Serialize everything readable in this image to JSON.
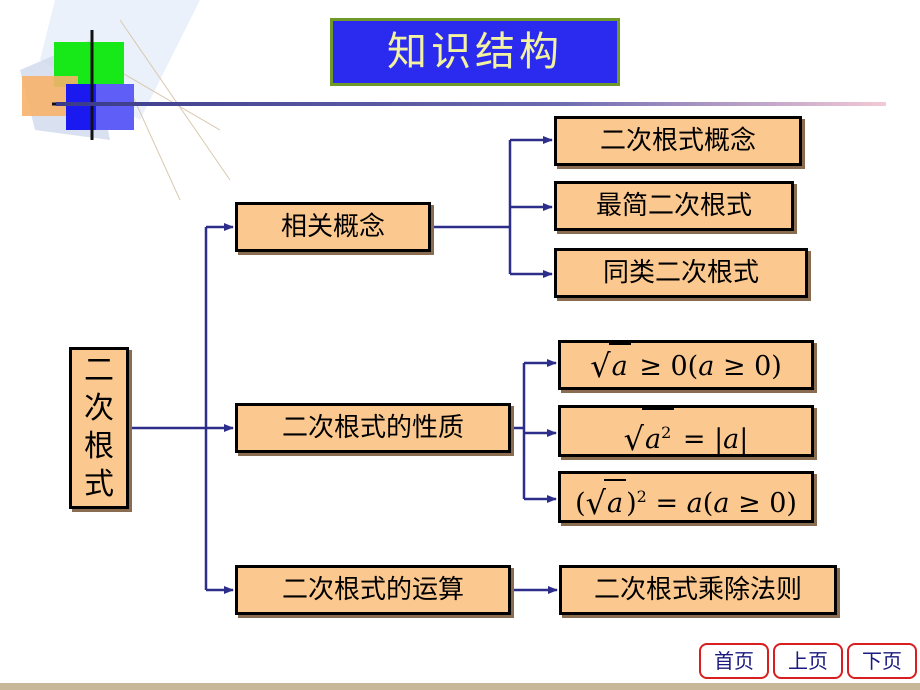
{
  "title": "知识结构",
  "root": {
    "chars": [
      "二",
      "次",
      "根",
      "式"
    ]
  },
  "branches": {
    "concepts": {
      "label": "相关概念",
      "children": [
        "二次根式概念",
        "最简二次根式",
        "同类二次根式"
      ]
    },
    "properties": {
      "label": "二次根式的性质",
      "formulas": {
        "f1": {
          "rad": "a",
          "rest": " ≥ 0(",
          "var": "a",
          "cond": " ≥ 0)"
        },
        "f2": {
          "rad": "a",
          "exp": "2",
          "rest": " = |",
          "var": "a",
          "close": "|"
        },
        "f3": {
          "open": "(",
          "rad": "a",
          "close": ")",
          "exp": "2",
          "rest": " = ",
          "var": "a",
          "cond_open": "(",
          "var2": "a",
          "cond": " ≥ 0)"
        }
      }
    },
    "operations": {
      "label": "二次根式的运算",
      "children": [
        "二次根式乘除法则"
      ]
    }
  },
  "nav": {
    "first": "首页",
    "prev": "上页",
    "next": "下页"
  },
  "colors": {
    "title_bg": "#2b2bf0",
    "title_text": "#f2f2a0",
    "box_fill": "#fbc88f",
    "connector": "#2d2d8a",
    "nav_border": "#d81e1e"
  }
}
